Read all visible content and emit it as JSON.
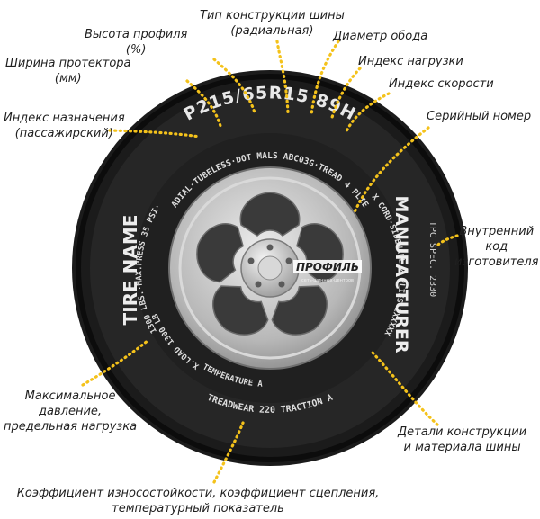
{
  "labels": {
    "construction_type": "Тип конструкции шины",
    "construction_type_sub": "(радиальная)",
    "aspect_ratio": "Высота профиля",
    "aspect_ratio_unit": "(%)",
    "rim_diameter": "Диаметр обода",
    "tread_width": "Ширина протектора",
    "tread_width_unit": "(мм)",
    "load_index": "Индекс нагрузки",
    "speed_index": "Индекс скорости",
    "service_type": "Индекс назначения",
    "service_type_sub": "(пассажирский)",
    "serial_number": "Серийный номер",
    "internal_code": "Внутренний",
    "internal_code_2": "код",
    "internal_code_3": "изготовителя",
    "max_pressure": "Максимальное",
    "max_pressure_2": "давление,",
    "max_pressure_3": "предельная нагрузка",
    "construction_details": "Детали конструкции",
    "construction_details_2": "и материала шины",
    "uniformity": "Коэффициент износостойкости, коэффициент сцепления,",
    "uniformity_2": "температурный показатель"
  },
  "tire": {
    "size_code": "P215/65R15 89H",
    "inner_top": "RADIAL·TUBELESS·DOT MALS ABC03G·TREAD 4 PLIES",
    "tire_name": "TIRE NAME",
    "manufacturer": "MANUFACTURER",
    "tpc_spec": "TPC SPEC. 2330",
    "left_spiral": "1300 LBS.·MAX.PRESS 35 PSI·",
    "max_load": "MAX.LOAD 1300 LBS.",
    "right_spiral": "·2XXXXX CORD·SIDEWALL 2 PLIES 2XXXXX CORD·",
    "temperature": "TEMPERATURE A",
    "treadwear": "TREADWEAR 220 TRACTION A",
    "logo": "ПРОФИЛЬ",
    "logo_sub": "сеть·шинных·центров"
  },
  "colors": {
    "leader": "#f4c21b",
    "tire": "#1b1b1b",
    "sidewall": "#2b2b2b",
    "sidewall_text": "#e6e6e6",
    "rim": "#b9b9b9"
  }
}
